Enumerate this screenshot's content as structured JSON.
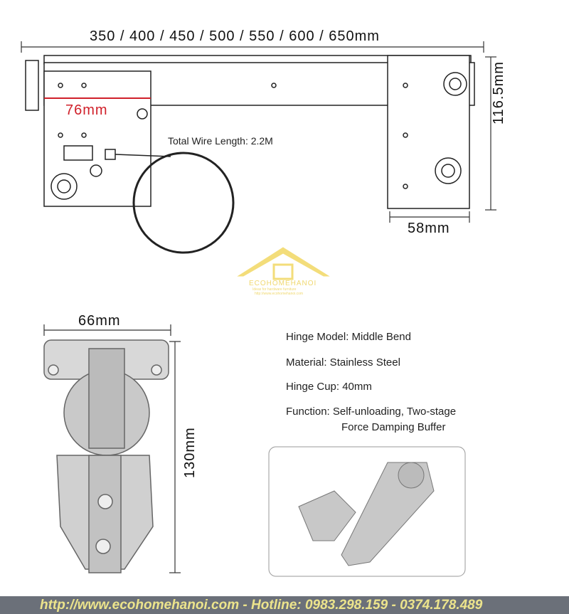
{
  "slide": {
    "length_label": "350 / 400 / 450 / 500 / 550 / 600 / 650mm",
    "height_label": "116.5mm",
    "width_label": "58mm",
    "offset_label": "76mm",
    "wire_label": "Total Wire Length: 2.2M"
  },
  "logo": {
    "name": "ECOHOMEHANOI",
    "tagline": "Ideas for hardware furniture",
    "url": "http://www.ecohomehanoi.com"
  },
  "hinge": {
    "width_label": "66mm",
    "height_label": "130mm"
  },
  "specs": {
    "model": "Hinge Model: Middle Bend",
    "material": "Material: Stainless Steel",
    "cup": "Hinge Cup: 40mm",
    "function_line1": "Function: Self-unloading, Two-stage",
    "function_line2": "Force Damping Buffer"
  },
  "footer": {
    "text": "http://www.ecohomehanoi.com - Hotline: 0983.298.159 - 0374.178.489"
  },
  "colors": {
    "accent_red": "#d0202a",
    "footer_bg": "#6b7079",
    "footer_text": "#ece48c",
    "logo": "#f3dd7a"
  }
}
